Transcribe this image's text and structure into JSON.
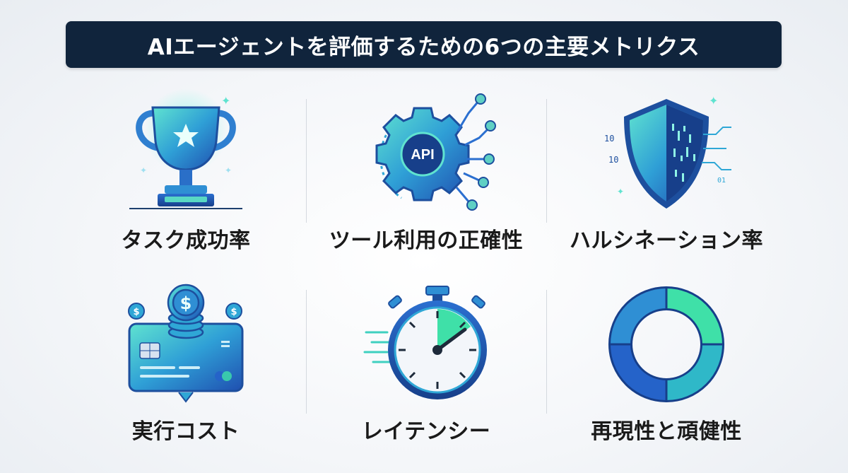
{
  "title": "AIエージェントを評価するための6つの主要メトリクス",
  "metrics": [
    {
      "label": "タスク成功率",
      "icon": "trophy-icon"
    },
    {
      "label": "ツール利用の正確性",
      "icon": "gear-api-icon",
      "icon_text": "API"
    },
    {
      "label": "ハルシネーション率",
      "icon": "shield-icon",
      "icon_text": [
        "10",
        "10",
        "01"
      ]
    },
    {
      "label": "実行コスト",
      "icon": "credit-card-coins-icon",
      "icon_text": [
        "$",
        "$",
        "$"
      ]
    },
    {
      "label": "レイテンシー",
      "icon": "stopwatch-icon"
    },
    {
      "label": "再現性と頑健性",
      "icon": "ring-icon"
    }
  ],
  "colors": {
    "title_bg": "#10243c",
    "accent_teal": "#2ec4b6",
    "accent_blue": "#2563c9",
    "accent_green": "#4ade80"
  }
}
